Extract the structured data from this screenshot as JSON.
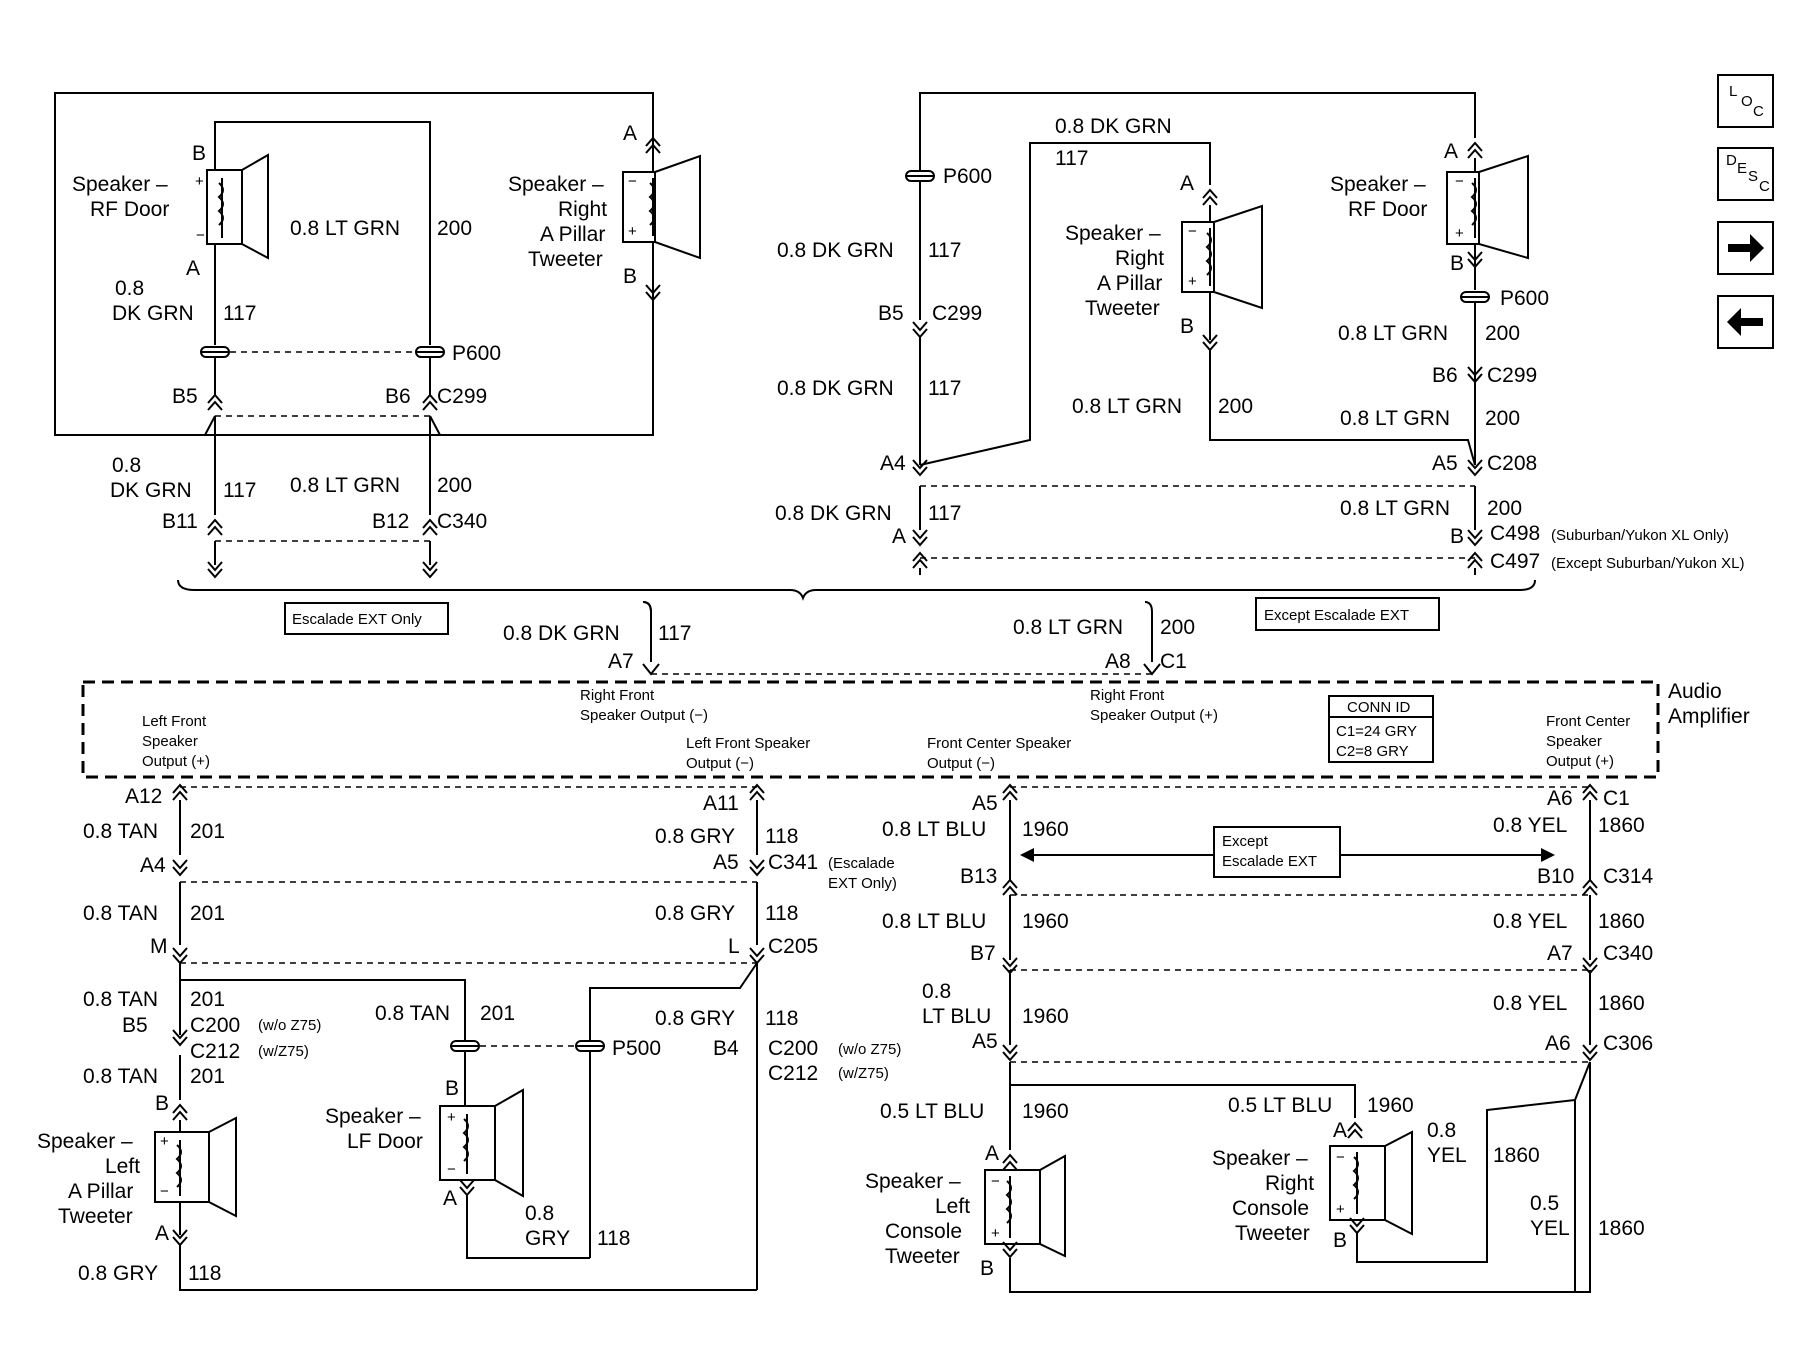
{
  "wire": {
    "dkgrn": "0.8 DK GRN",
    "ltgrn": "0.8 LT GRN",
    "c117": "117",
    "c200": "200",
    "tan": "0.8 TAN",
    "c201": "201",
    "gry": "0.8 GRY",
    "c118": "118",
    "ltblu": "0.8 LT BLU",
    "ltblu05": "0.5 LT BLU",
    "c1960": "1960",
    "yel": "0.8 YEL",
    "c1860": "1860",
    "n08": "0.8",
    "dk_grn": "DK GRN",
    "lt_blu": "LT BLU",
    "gry_w": "GRY",
    "yel_w": "YEL",
    "n05": "0.5"
  },
  "pins": {
    "A": "A",
    "B": "B",
    "B5": "B5",
    "B6": "B6",
    "B11": "B11",
    "B12": "B12",
    "A4": "A4",
    "A5": "A5",
    "A6": "A6",
    "A7": "A7",
    "A8": "A8",
    "A11": "A11",
    "A12": "A12",
    "B13": "B13",
    "B10": "B10",
    "B7": "B7",
    "B4": "B4",
    "M": "M",
    "L": "L"
  },
  "conn": {
    "P600": "P600",
    "C299": "C299",
    "C340": "C340",
    "C208": "C208",
    "C498": "C498",
    "C497": "C497",
    "C1": "C1",
    "C341": "C341",
    "C314": "C314",
    "C205": "C205",
    "C200": "C200",
    "C212": "C212",
    "C306": "C306",
    "P500": "P500"
  },
  "notes": {
    "suburban_only": "(Suburban/Yukon XL Only)",
    "except_suburban": "(Except Suburban/Yukon XL)",
    "escalade_ext_only": "Escalade EXT Only",
    "except_escalade_ext": "Except Escalade EXT",
    "except": "Except",
    "escalade_ext": "Escalade EXT",
    "escalade_paren": "(Escalade",
    "ext_only_paren": "EXT Only)",
    "wo_z75": "(w/o Z75)",
    "w_z75": "(w/Z75)"
  },
  "speakers": {
    "speaker": "Speaker –",
    "rf_door": "RF Door",
    "lf_door": "LF Door",
    "right": "Right",
    "left": "Left",
    "a_pillar": "A Pillar",
    "tweeter": "Tweeter",
    "console": "Console",
    "plus": "+",
    "minus": "−"
  },
  "amplifier": {
    "title1": "Audio",
    "title2": "Amplifier",
    "lf_out_1": "Left Front",
    "lf_out_2": "Speaker",
    "lf_out_3": "Output (+)",
    "rf_out_neg_1": "Right Front",
    "rf_out_neg_2": "Speaker Output (−)",
    "lf_out_neg_1": "Left Front Speaker",
    "lf_out_neg_2": "Output (−)",
    "fc_out_neg_1": "Front Center Speaker",
    "fc_out_neg_2": "Output (−)",
    "rf_out_pos_1": "Right Front",
    "rf_out_pos_2": "Speaker Output (+)",
    "fc_out_pos_1": "Front Center",
    "fc_out_pos_2": "Speaker",
    "fc_out_pos_3": "Output (+)",
    "conn_id_title": "CONN ID",
    "conn_id_c1": "C1=24 GRY",
    "conn_id_c2": "C2=8 GRY"
  },
  "nav": {
    "loc": [
      "L",
      "O",
      "C"
    ],
    "desc": [
      "D",
      "E",
      "S",
      "C"
    ],
    "next": "→",
    "prev": "←"
  }
}
